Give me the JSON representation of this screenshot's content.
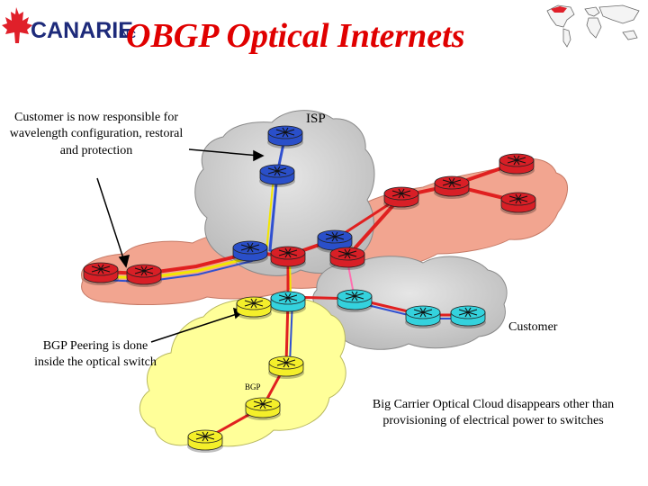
{
  "logo": {
    "name": "CANARIE",
    "suffix": "INC"
  },
  "title": "OBGP Optical Internets",
  "labels": {
    "isp": "ISP",
    "customer": "Customer",
    "bgp": "BGP"
  },
  "notes": {
    "customer": "Customer is now responsible for wavelength configuration, restoral and protection",
    "bgp": "BGP Peering is done inside the optical switch",
    "carrier": "Big Carrier Optical Cloud disappears other than provisioning of electrical power to switches"
  },
  "colors": {
    "title": "#e00000",
    "router_red": "#d81f26",
    "router_blue": "#2a4fc9",
    "router_cyan": "#34d2dd",
    "router_yellow": "#f4ef2a",
    "cloud_pink": "#f2a590",
    "cloud_gray": "#c9c9c9",
    "cloud_yellow": "#ffff99",
    "link_red": "#e02020",
    "link_yellow": "#f2e600",
    "link_blue": "#3050d0",
    "link_pink": "#ff6fb0"
  },
  "icons": [
    "canarie-maple-leaf-icon",
    "world-map-icon",
    "router-icon"
  ]
}
